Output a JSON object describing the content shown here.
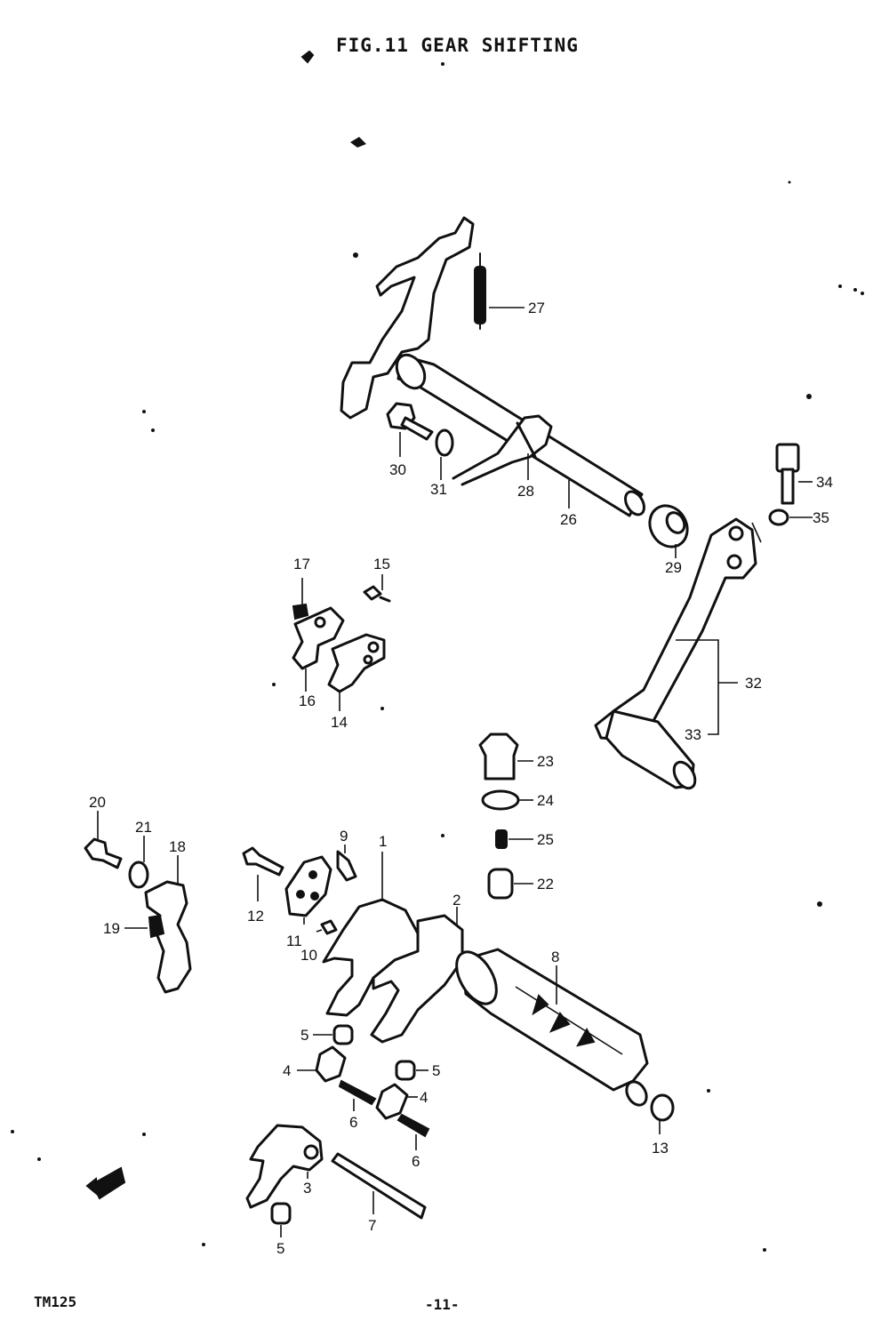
{
  "figure": {
    "title": "FIG.11  GEAR SHIFTING",
    "model_code": "TM125",
    "page_number": "-11-"
  },
  "callouts": [
    {
      "part": "1",
      "label": "1"
    },
    {
      "part": "2",
      "label": "2"
    },
    {
      "part": "3",
      "label": "3"
    },
    {
      "part": "4",
      "label": "4"
    },
    {
      "part": "4",
      "label": "4"
    },
    {
      "part": "5",
      "label": "5"
    },
    {
      "part": "5",
      "label": "5"
    },
    {
      "part": "5",
      "label": "5"
    },
    {
      "part": "6",
      "label": "6"
    },
    {
      "part": "6",
      "label": "6"
    },
    {
      "part": "7",
      "label": "7"
    },
    {
      "part": "8",
      "label": "8"
    },
    {
      "part": "9",
      "label": "9"
    },
    {
      "part": "10",
      "label": "10"
    },
    {
      "part": "11",
      "label": "11"
    },
    {
      "part": "12",
      "label": "12"
    },
    {
      "part": "13",
      "label": "13"
    },
    {
      "part": "14",
      "label": "14"
    },
    {
      "part": "15",
      "label": "15"
    },
    {
      "part": "16",
      "label": "16"
    },
    {
      "part": "17",
      "label": "17"
    },
    {
      "part": "18",
      "label": "18"
    },
    {
      "part": "19",
      "label": "19"
    },
    {
      "part": "20",
      "label": "20"
    },
    {
      "part": "21",
      "label": "21"
    },
    {
      "part": "22",
      "label": "22"
    },
    {
      "part": "23",
      "label": "23"
    },
    {
      "part": "24",
      "label": "24"
    },
    {
      "part": "25",
      "label": "25"
    },
    {
      "part": "26",
      "label": "26"
    },
    {
      "part": "27",
      "label": "27"
    },
    {
      "part": "28",
      "label": "28"
    },
    {
      "part": "29",
      "label": "29"
    },
    {
      "part": "30",
      "label": "30"
    },
    {
      "part": "31",
      "label": "31"
    },
    {
      "part": "32",
      "label": "32"
    },
    {
      "part": "33",
      "label": "33"
    },
    {
      "part": "34",
      "label": "34"
    },
    {
      "part": "35",
      "label": "35"
    }
  ],
  "colors": {
    "ink": "#111111",
    "paper": "#ffffff"
  }
}
